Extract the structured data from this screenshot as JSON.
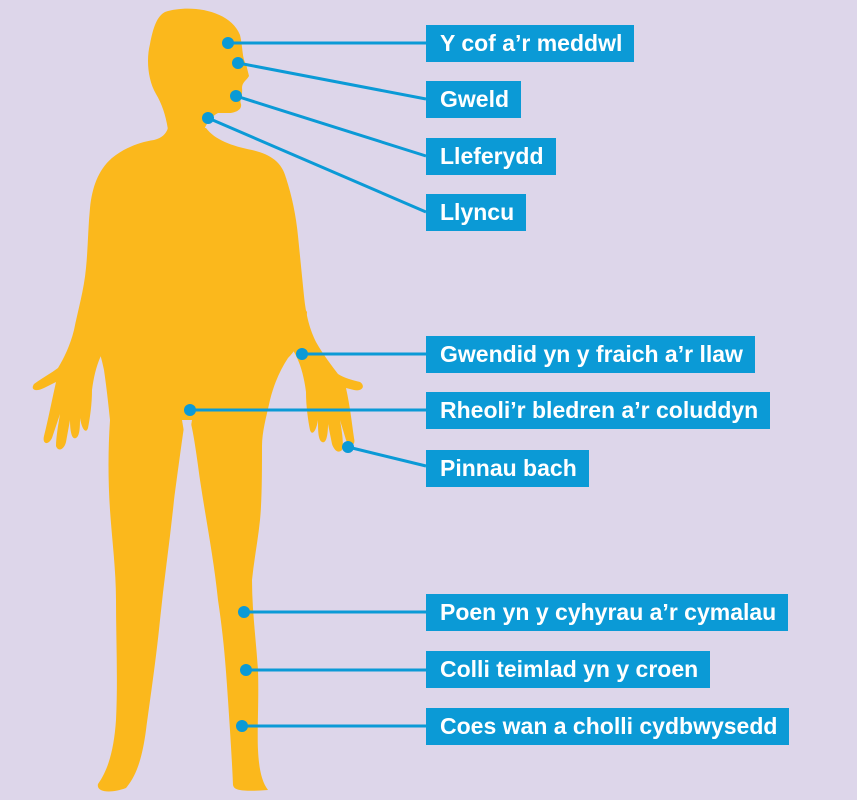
{
  "colors": {
    "background": "#ddd6ea",
    "body_silhouette": "#fbb81c",
    "label_background": "#0b9ad6",
    "label_text": "#ffffff",
    "connector": "#0b9ad6"
  },
  "diagram": {
    "subject": "human-body-silhouette",
    "labels": [
      "Y cof a’r meddwl",
      "Gweld",
      "Lleferydd",
      "Llyncu",
      "Gwendid yn y fraich a’r llaw",
      "Rheoli’r bledren a’r coluddyn",
      "Pinnau bach",
      "Poen yn y cyhyrau a’r cymalau",
      "Colli teimlad yn y croen",
      "Coes wan a cholli cydbwysedd"
    ]
  }
}
